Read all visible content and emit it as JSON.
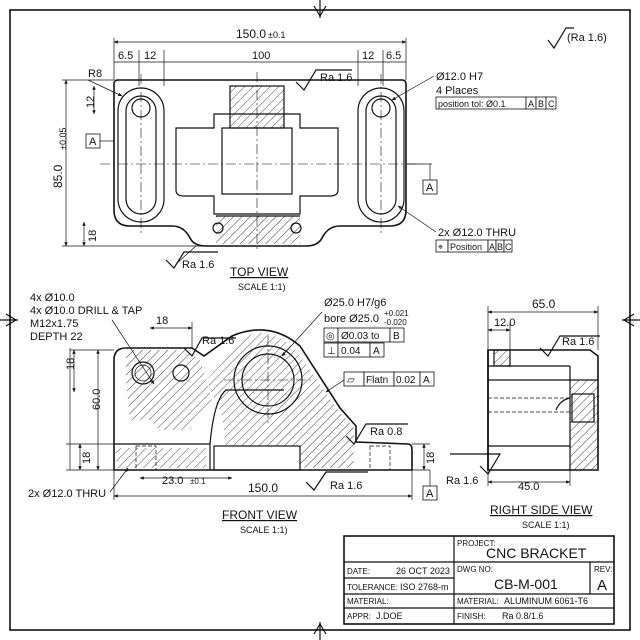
{
  "roughness_general": "(Ra 1.6)",
  "top_view": {
    "title": "TOP VIEW",
    "scale": "SCALE 1:1)",
    "dim_overall": "150.0",
    "dim_overall_tol": "±0.1",
    "dim_6_5_left": "6.5",
    "dim_12_left": "12",
    "dim_100": "100",
    "dim_12_right": "12",
    "dim_6_5_right": "6.5",
    "radius": "R8",
    "dim_12_vert": "12",
    "dim_height": "85.0",
    "dim_height_tol": "±0.05",
    "dim_18": "18",
    "ra_top": "Ra 1.6",
    "ra_bottom": "Ra 1.6",
    "hole_note_1": "Ø12.0 H7",
    "hole_note_2": "4 Places",
    "fcf_position": [
      "position tol: Ø0.1",
      "A",
      "B",
      "C"
    ],
    "thru_note": "2x Ø12.0 THRU",
    "fcf_position2": [
      "Position",
      "A",
      "B",
      "C"
    ],
    "datum_a": "A",
    "datum_a2": "A"
  },
  "front_view": {
    "title": "FRONT VIEW",
    "scale": "SCALE 1:1)",
    "note_1": "4x Ø10.0",
    "note_2": "4x Ø10.0 DRILL & TAP",
    "note_3": "M12x1.75",
    "note_4": "DEPTH 22",
    "dim_18_top": "18",
    "dim_18_left_top": "18",
    "dim_60": "60.0",
    "dim_18_left_bot": "18",
    "dim_23": "23.0",
    "dim_23_tol": "±0.1",
    "dim_150": "150.0",
    "thru_note": "2x Ø12.0 THRU",
    "bore_1": "Ø25.0 H7/g6",
    "bore_2": "bore Ø25.0",
    "bore_tol_plus": "+0.021",
    "bore_tol_minus": "-0.020",
    "fcf_1": [
      "◎",
      "Ø0.03 to",
      "B"
    ],
    "fcf_2": [
      "⊥",
      "0.04",
      "A"
    ],
    "fcf_flat": [
      "▱",
      "Flatn",
      "0.02",
      "A"
    ],
    "ra_1": "Ra 1.6",
    "ra_2": "Ra 0.8",
    "ra_3": "Ra 1.6",
    "dim_18_right": "18",
    "datum_a": "A"
  },
  "right_view": {
    "title": "RIGHT SIDE VIEW",
    "scale": "SCALE 1:1)",
    "dim_65": "65.0",
    "dim_12": "12.0",
    "dim_45": "45.0",
    "ra_1": "Ra 1.6",
    "ra_2": "Ra 1.6"
  },
  "title_block": {
    "project_label": "PROJECT:",
    "project": "CNC BRACKET",
    "date_label": "DATE:",
    "date": "26 OCT 2023",
    "dwg_label": "DWG NO:",
    "dwg": "CB-M-001",
    "rev_label": "REV:",
    "rev": "A",
    "tol_label": "TOLERANCE:",
    "tol": "ISO 2768-m",
    "material_label": "MATERIAL:",
    "material_label2": "MATERIAL:",
    "material": "ALUMINUM 6061-T6",
    "appr_label": "APPR:",
    "appr": "J.DOE",
    "finish_label": "FINISH:",
    "finish": "Ra 0.8/1.6"
  }
}
